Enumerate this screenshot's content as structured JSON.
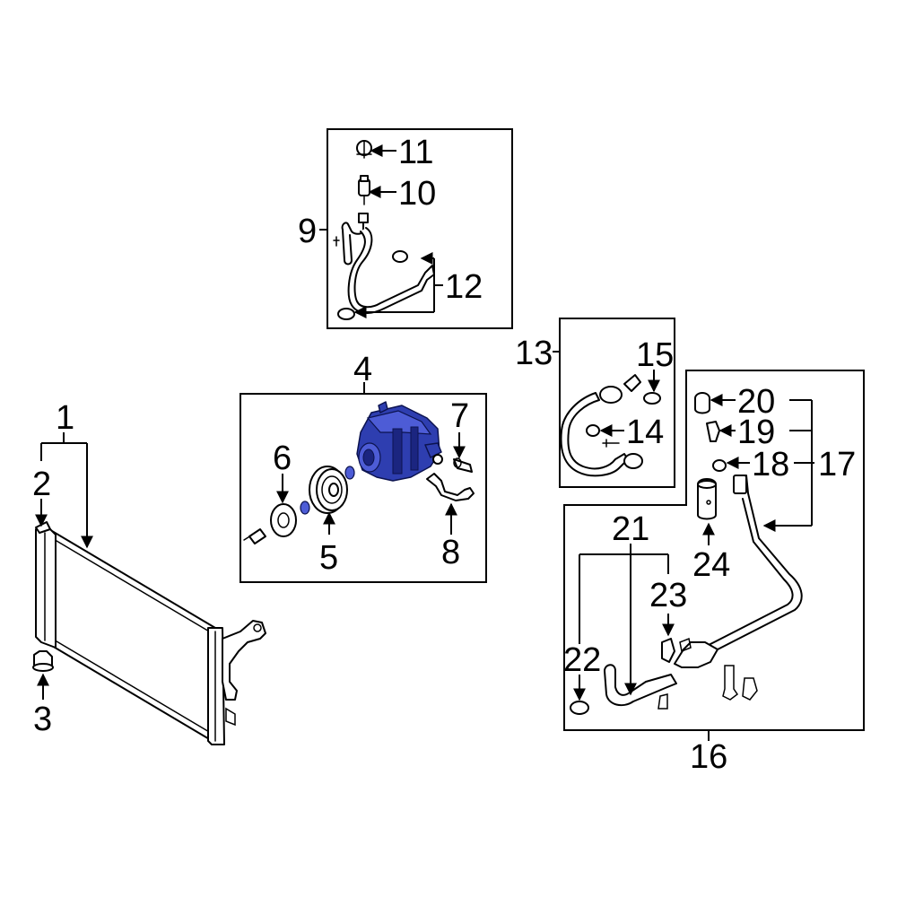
{
  "callouts": {
    "c1": "1",
    "c2": "2",
    "c3": "3",
    "c4": "4",
    "c5": "5",
    "c6": "6",
    "c7": "7",
    "c8": "8",
    "c9": "9",
    "c10": "10",
    "c11": "11",
    "c12": "12",
    "c13": "13",
    "c14": "14",
    "c15": "15",
    "c16": "16",
    "c17": "17",
    "c18": "18",
    "c19": "19",
    "c20": "20",
    "c21": "21",
    "c22": "22",
    "c23": "23",
    "c24": "24"
  },
  "colors": {
    "highlight": "#2e3eb0",
    "line": "#000000",
    "background": "#ffffff"
  }
}
